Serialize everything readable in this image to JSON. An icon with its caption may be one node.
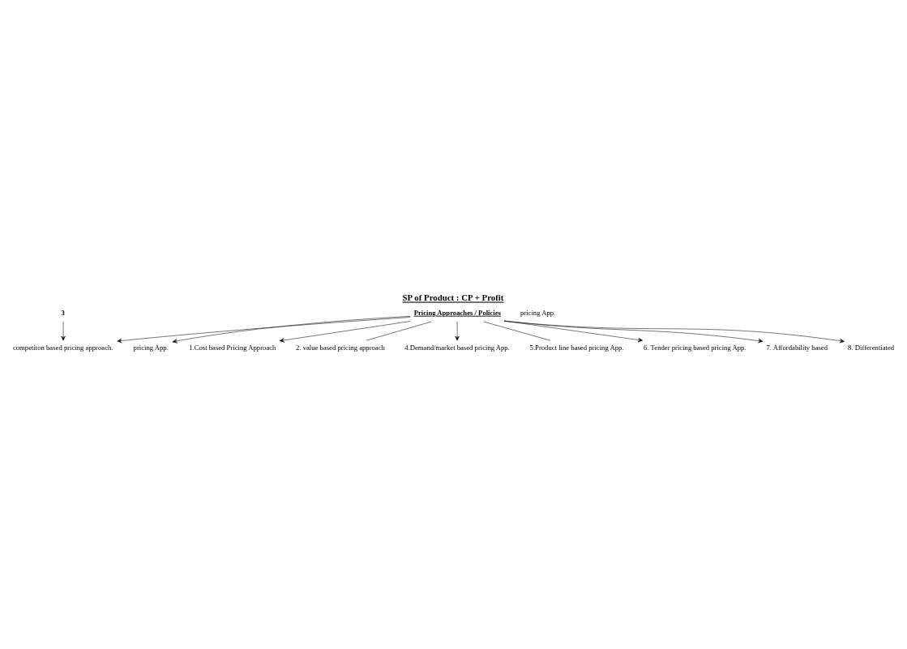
{
  "diagram": {
    "title": "SP of Product : CP + Profit",
    "nodes": [
      {
        "text": [
          "Pricing Approaches / Policies"
        ]
      },
      {
        "text": [
          "pricing App."
        ]
      },
      {
        "text": [
          "1.Cost based Pricing Approach"
        ]
      },
      {
        "text": [
          "2. value based pricing approach"
        ]
      },
      {
        "text": [
          "3"
        ]
      },
      {
        "text": [
          "competiton based pricing approach."
        ]
      },
      {
        "text": [
          "4.Demand/market based pricing App."
        ]
      },
      {
        "text": [
          "5.Product line based pricing App."
        ]
      },
      {
        "text": [
          "6. Tender pricing based pricing App."
        ]
      },
      {
        "text": [
          "7. Affordability based"
        ]
      },
      {
        "text": [
          "8. Differentiated"
        ]
      },
      {
        "text": [
          "pricing App."
        ]
      }
    ],
    "edges": [
      {
        "from": 0,
        "to": 1,
        "arrow": "to"
      },
      {
        "from": 0,
        "to": 2,
        "arrow": "to"
      },
      {
        "from": 0,
        "to": 3,
        "arrow": "none"
      },
      {
        "from": 4,
        "to": 5,
        "arrow": "to"
      },
      {
        "from": 0,
        "to": 5,
        "arrow": "to"
      },
      {
        "from": 0,
        "to": 6,
        "arrow": "to"
      },
      {
        "from": 0,
        "to": 7,
        "arrow": "none"
      },
      {
        "from": 0,
        "to": 8,
        "arrow": "to"
      },
      {
        "from": 0,
        "to": 9,
        "arrow": "to"
      },
      {
        "from": 0,
        "to": 10,
        "arrow": "to"
      }
    ]
  }
}
